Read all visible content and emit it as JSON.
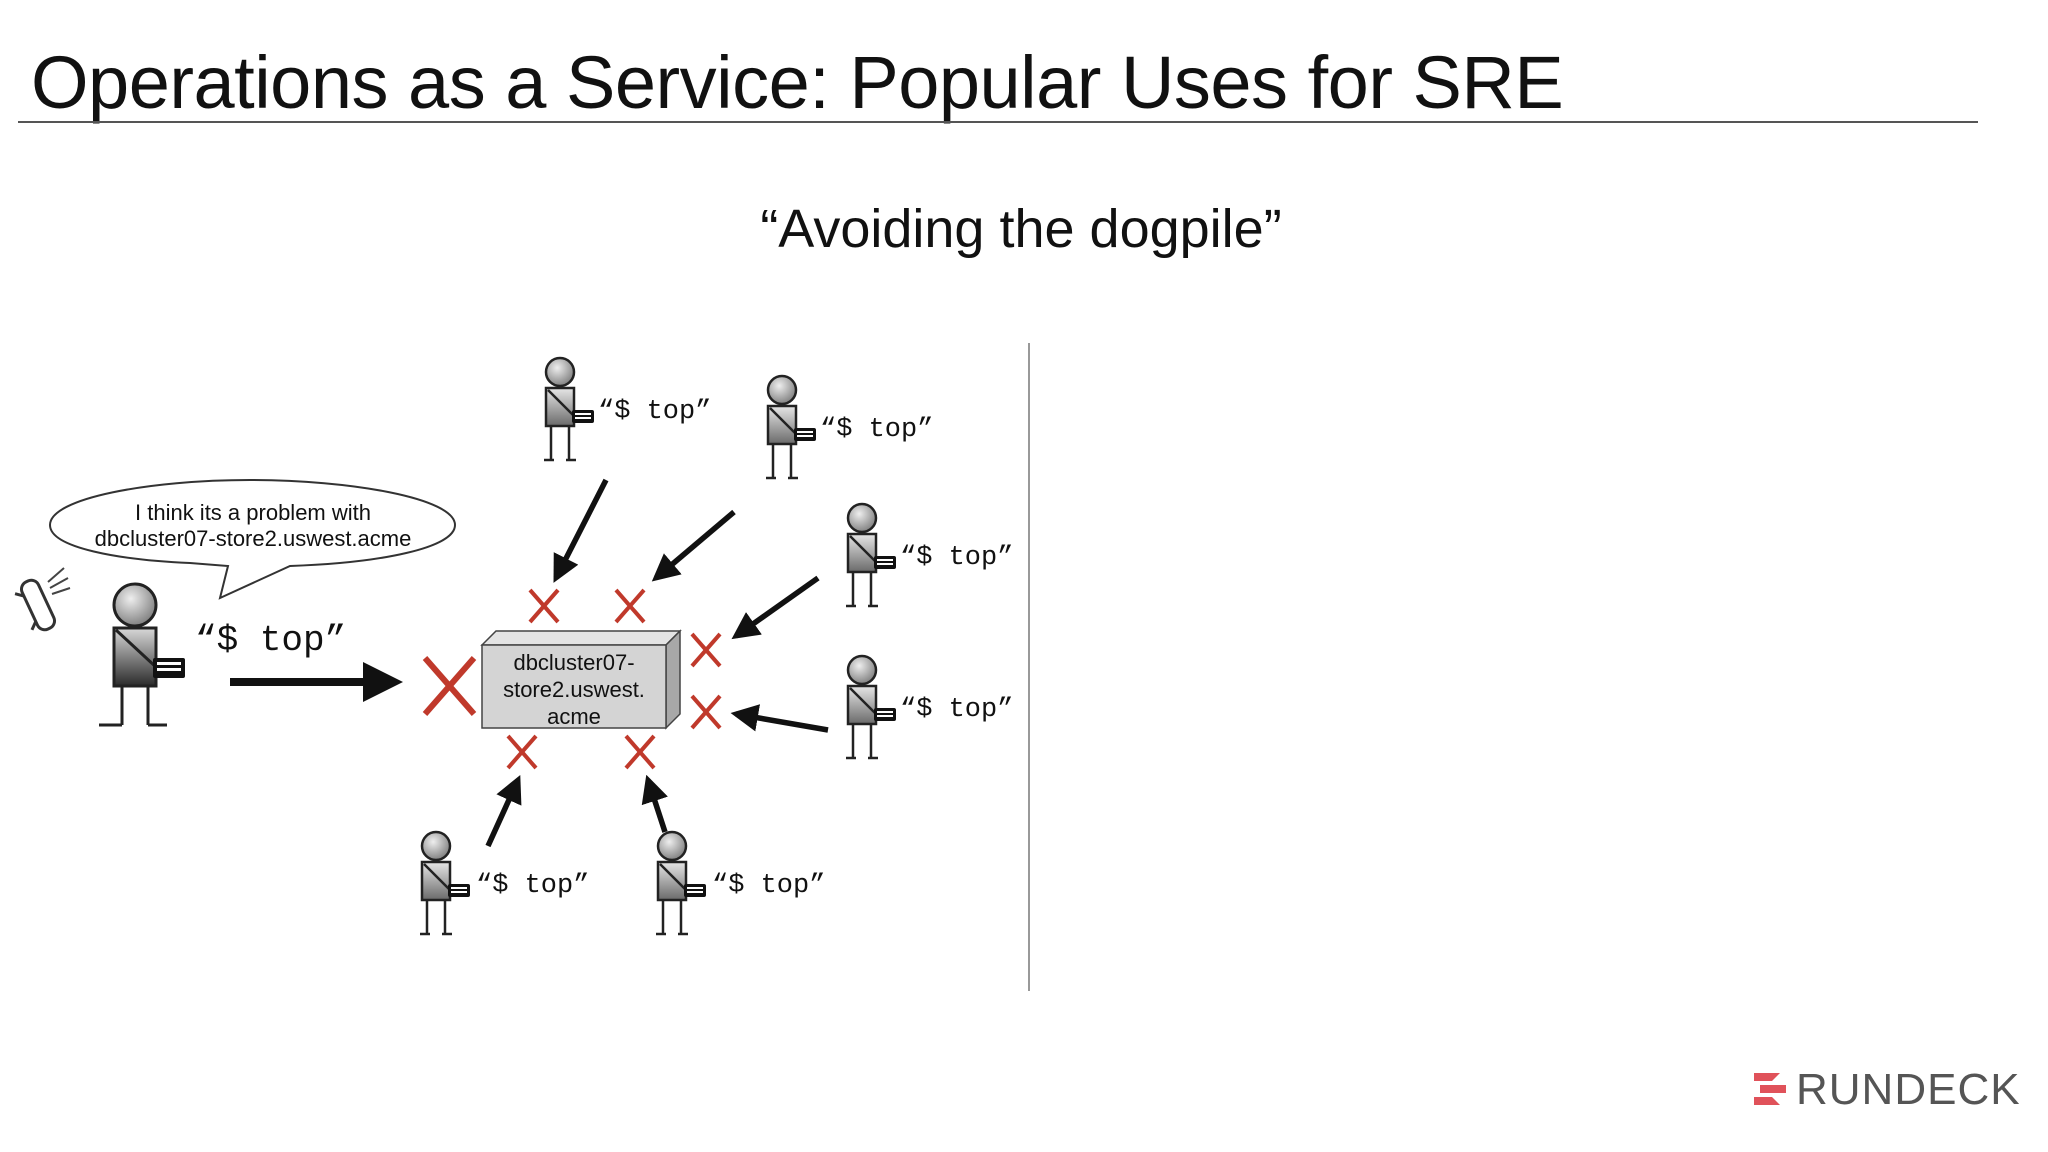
{
  "slide": {
    "title": "Operations as a Service: Popular Uses for SRE",
    "subtitle": "“Avoiding the dogpile”"
  },
  "diagram": {
    "bubble_line1": "I think its a problem with",
    "bubble_line2": "dbcluster07-store2.uswest.acme",
    "server_line1": "dbcluster07-",
    "server_line2": "store2.uswest.",
    "server_line3": "acme",
    "main_command": "“$ top”",
    "commands": [
      "“$ top”",
      "“$ top”",
      "“$ top”",
      "“$ top”",
      "“$ top”",
      "“$ top”"
    ],
    "colors": {
      "blocked_x": "#c0392b",
      "arrow": "#111111",
      "server_fill": "#d4d4d4"
    }
  },
  "logo": {
    "text": "RUNDECK",
    "accent_color": "#e0525a"
  }
}
